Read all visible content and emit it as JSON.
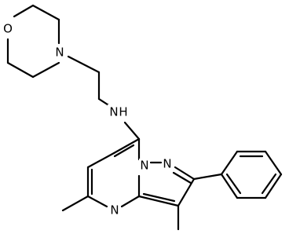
{
  "molecule": {
    "atoms": {
      "o_morpholine": "O",
      "n_morpholine": "N",
      "n_amine": "N",
      "h_amine": "H",
      "n_bridge": "N",
      "n_pyrazole": "N",
      "n_pyrimidine": "N"
    }
  },
  "colors": {
    "bond": "#000000",
    "background": "#ffffff"
  }
}
